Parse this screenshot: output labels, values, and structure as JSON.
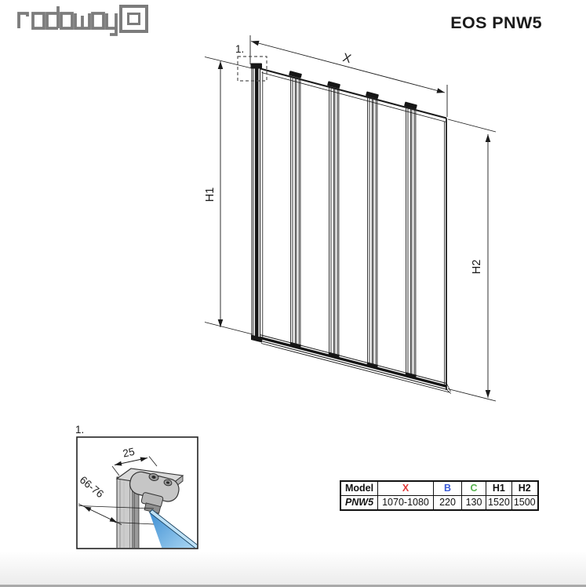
{
  "brand": {
    "name": "radaway"
  },
  "page": {
    "title": "EOS PNW5"
  },
  "drawing": {
    "callout_label": "1.",
    "dim_x": "X",
    "dim_h1": "H1",
    "dim_h2": "H2"
  },
  "detail": {
    "label": "1.",
    "dim_width": "25",
    "dim_depth_range": "66-76"
  },
  "colors": {
    "dim_x_red": "#e03a3a",
    "table_b_blue": "#3c5cd7",
    "table_c_green": "#56b14e",
    "glass_blue": "#4a97d8",
    "logo_gray": "#7c7c7c"
  },
  "spec_table": {
    "headers": [
      "Model",
      "X",
      "B",
      "C",
      "H1",
      "H2"
    ],
    "rows": [
      [
        "PNW5",
        "1070-1080",
        "220",
        "130",
        "1520",
        "1500"
      ]
    ]
  }
}
